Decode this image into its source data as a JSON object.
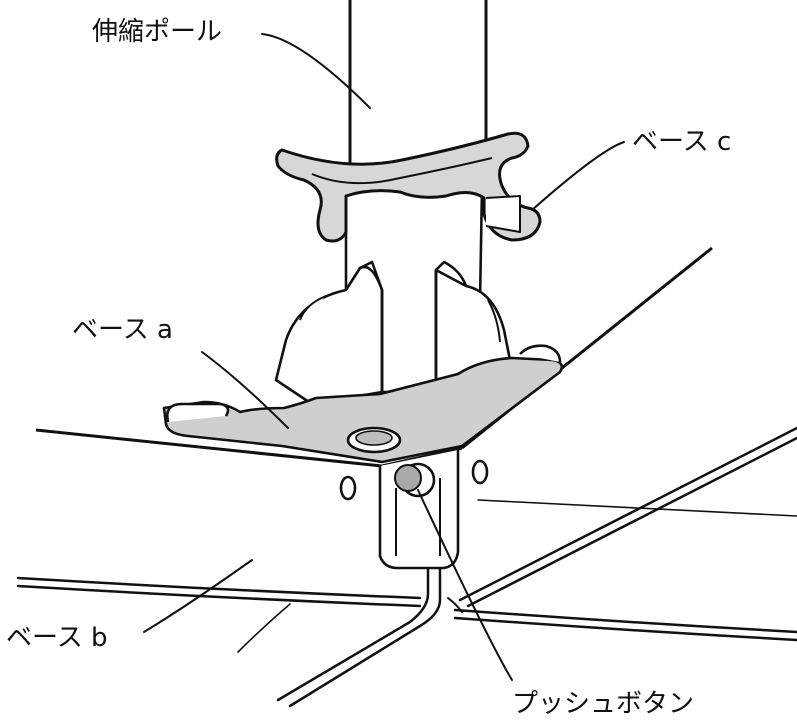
{
  "labels": {
    "telescopic_pole": "伸縮ポール",
    "base_c": "ベース c",
    "base_a": "ベース a",
    "base_b": "ベース b",
    "push_button": "プッシュボタン"
  }
}
